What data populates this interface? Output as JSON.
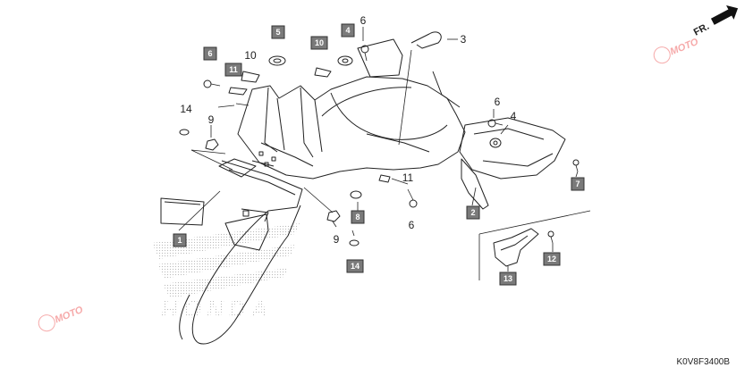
{
  "diagram_code": "K0V8F3400B",
  "direction_label": "FR.",
  "watermark_text": "HONDA",
  "logo_text": "MOTO",
  "callouts": [
    {
      "id": "c1",
      "label": "1",
      "boxed": true
    },
    {
      "id": "c2",
      "label": "2",
      "boxed": true
    },
    {
      "id": "c3",
      "label": "3",
      "boxed": false
    },
    {
      "id": "c4a",
      "label": "4",
      "boxed": true
    },
    {
      "id": "c4b",
      "label": "4",
      "boxed": false
    },
    {
      "id": "c5",
      "label": "5",
      "boxed": true
    },
    {
      "id": "c6a",
      "label": "6",
      "boxed": true
    },
    {
      "id": "c6b",
      "label": "6",
      "boxed": false
    },
    {
      "id": "c6c",
      "label": "6",
      "boxed": false
    },
    {
      "id": "c6d",
      "label": "6",
      "boxed": false
    },
    {
      "id": "c7",
      "label": "7",
      "boxed": true
    },
    {
      "id": "c8",
      "label": "8",
      "boxed": true
    },
    {
      "id": "c9a",
      "label": "9",
      "boxed": false
    },
    {
      "id": "c9b",
      "label": "9",
      "boxed": false
    },
    {
      "id": "c10a",
      "label": "10",
      "boxed": false
    },
    {
      "id": "c10b",
      "label": "10",
      "boxed": true
    },
    {
      "id": "c11a",
      "label": "11",
      "boxed": true
    },
    {
      "id": "c11b",
      "label": "11",
      "boxed": false
    },
    {
      "id": "c12",
      "label": "12",
      "boxed": true
    },
    {
      "id": "c13",
      "label": "13",
      "boxed": true
    },
    {
      "id": "c14a",
      "label": "14",
      "boxed": false
    },
    {
      "id": "c14b",
      "label": "14",
      "boxed": true
    }
  ]
}
